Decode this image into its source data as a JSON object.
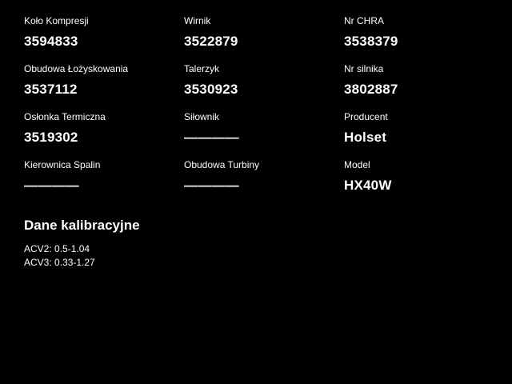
{
  "theme": {
    "background": "#000000",
    "text": "#ffffff"
  },
  "parts": [
    {
      "label": "Koło Kompresji",
      "value": "3594833"
    },
    {
      "label": "Wirnik",
      "value": "3522879"
    },
    {
      "label": "Nr CHRA",
      "value": "3538379"
    },
    {
      "label": "Obudowa Łożyskowania",
      "value": "3537112"
    },
    {
      "label": "Talerzyk",
      "value": "3530923"
    },
    {
      "label": "Nr silnika",
      "value": "3802887"
    },
    {
      "label": "Osłonka Termiczna",
      "value": "3519302"
    },
    {
      "label": "Siłownik",
      "value": "————"
    },
    {
      "label": "Producent",
      "value": "Holset"
    },
    {
      "label": "Kierownica Spalin",
      "value": "————"
    },
    {
      "label": "Obudowa Turbiny",
      "value": "————"
    },
    {
      "label": "Model",
      "value": "HX40W"
    }
  ],
  "calibration": {
    "heading": "Dane kalibracyjne",
    "lines": [
      "ACV2: 0.5-1.04",
      "ACV3: 0.33-1.27"
    ]
  }
}
